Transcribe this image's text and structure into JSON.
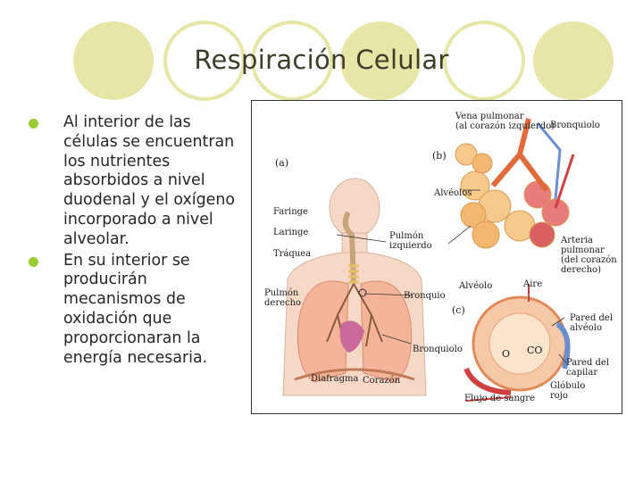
{
  "slide": {
    "title": "Respiración Celular",
    "bullets": [
      "Al interior de las células se encuentran los nutrientes absorbidos a nivel duodenal y el oxígeno incorporado a nivel alveolar.",
      "En su interior se producirán mecanismos de oxidación que proporcionaran la energía necesaria."
    ],
    "colors": {
      "decor": "#e6e6a6",
      "bullet": "#9acd2f"
    }
  },
  "figure": {
    "labels": {
      "panel_a": "(a)",
      "panel_b": "(b)",
      "panel_c": "(c)",
      "vena_pulmonar": "Vena pulmonar\n(al corazón izquierdo)",
      "bronquiolo_top": "Bronquiolo",
      "alveolos": "Alvéolos",
      "faringe": "Faringe",
      "laringe": "Laringe",
      "traquea": "Tráquea",
      "pulmon_izquierdo": "Pulmón\nizquierdo",
      "arteria_pulmonar": "Arteria\npulmonar\n(del corazón\nderecho)",
      "alveolo": "Alvéolo",
      "aire": "Aire",
      "pulmon_derecho": "Pulmón\nderecho",
      "bronquio": "Bronquio",
      "pared_alveolo": "Pared del\nalvéolo",
      "o2": "O",
      "co2": "CO",
      "bronquiolo_bottom": "Bronquiolo",
      "pared_capilar": "Pared del\ncapilar",
      "globulo_rojo": "Glóbulo\nrojo",
      "diafragma": "Diafragma",
      "corazon": "Corazón",
      "flujo_sangre": "Flujo de sangre"
    }
  }
}
